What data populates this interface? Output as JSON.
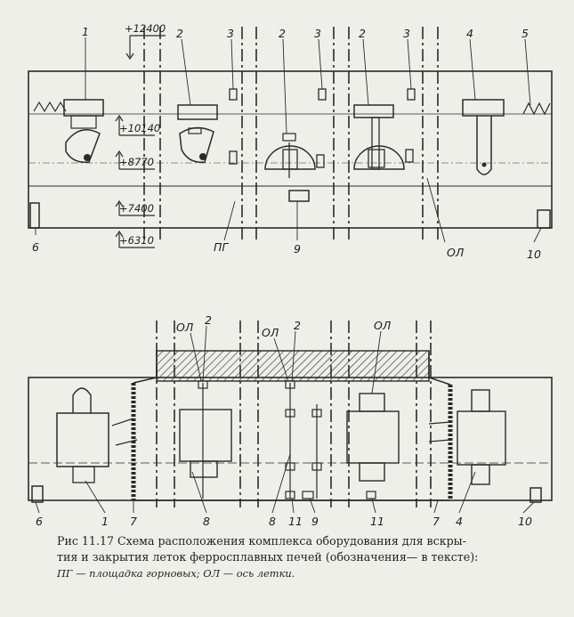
{
  "top_view": {
    "elevations": [
      "+12400",
      "+10140",
      "+8770",
      "+7400",
      "+6310"
    ],
    "labels": {
      "n1": "1",
      "n2": "2",
      "n3": "3",
      "n4": "4",
      "n5": "5",
      "n6": "6",
      "n9": "9",
      "n10": "10",
      "pg": "ПГ",
      "ol": "ОЛ"
    }
  },
  "plan_view": {
    "labels": {
      "ol": "ОЛ",
      "n1": "1",
      "n2": "2",
      "n4": "4",
      "n6": "6",
      "n7": "7",
      "n8": "8",
      "n9": "9",
      "n10": "10",
      "n11": "11"
    }
  },
  "caption": {
    "line1": "Рис 11.17 Схема расположения комплекса оборудования для вскры-",
    "line2": "тия и закрытия леток ферросплавных печей (обозначения— в тексте):",
    "line3": "ПГ — площадка горновых; ОЛ — ось летки."
  }
}
